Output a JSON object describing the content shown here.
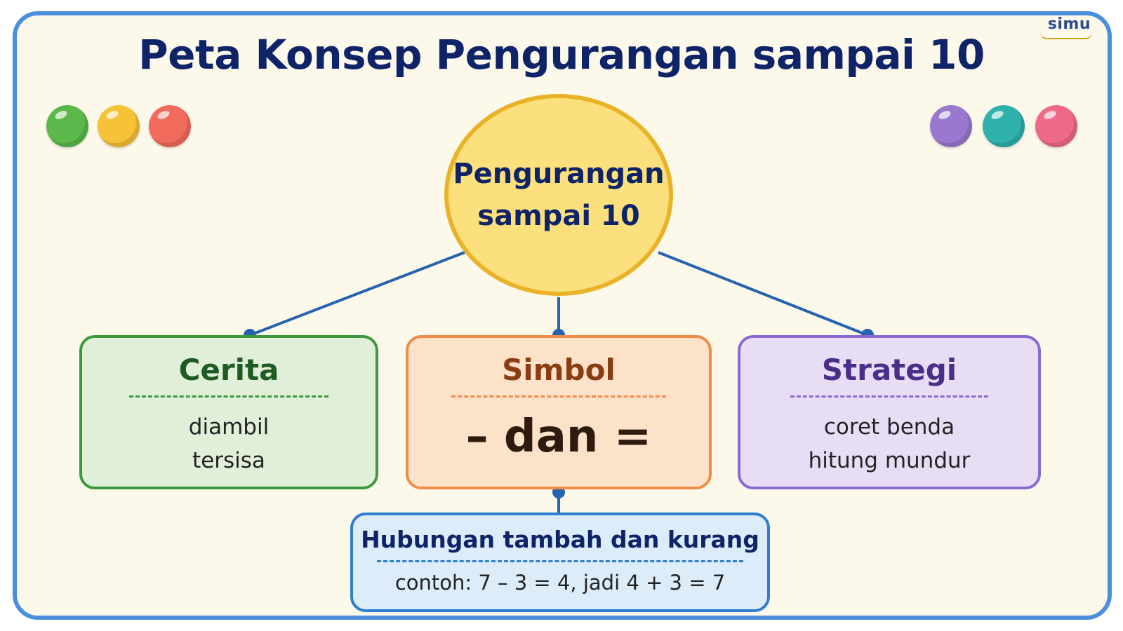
{
  "logo": {
    "text": "simu"
  },
  "title": "Peta Konsep Pengurangan sampai 10",
  "decorations": {
    "left_dots": [
      "#5cb84a",
      "#f6c237",
      "#f26a5b"
    ],
    "right_dots": [
      "#9a78cf",
      "#2fb1ac",
      "#f06a88"
    ]
  },
  "center": {
    "line1": "Pengurangan",
    "line2": "sampai 10"
  },
  "nodes": {
    "cerita": {
      "heading": "Cerita",
      "lines": [
        "diambil",
        "tersisa"
      ]
    },
    "simbol": {
      "heading": "Simbol",
      "content": "– dan ="
    },
    "strategi": {
      "heading": "Strategi",
      "lines": [
        "coret benda",
        "hitung mundur"
      ]
    },
    "hubungan": {
      "heading": "Hubungan tambah dan kurang",
      "example": "contoh: 7 – 3 = 4, jadi 4 + 3 = 7"
    }
  },
  "colors": {
    "connector": "#2563b0",
    "frame": "#4a8fdc"
  }
}
